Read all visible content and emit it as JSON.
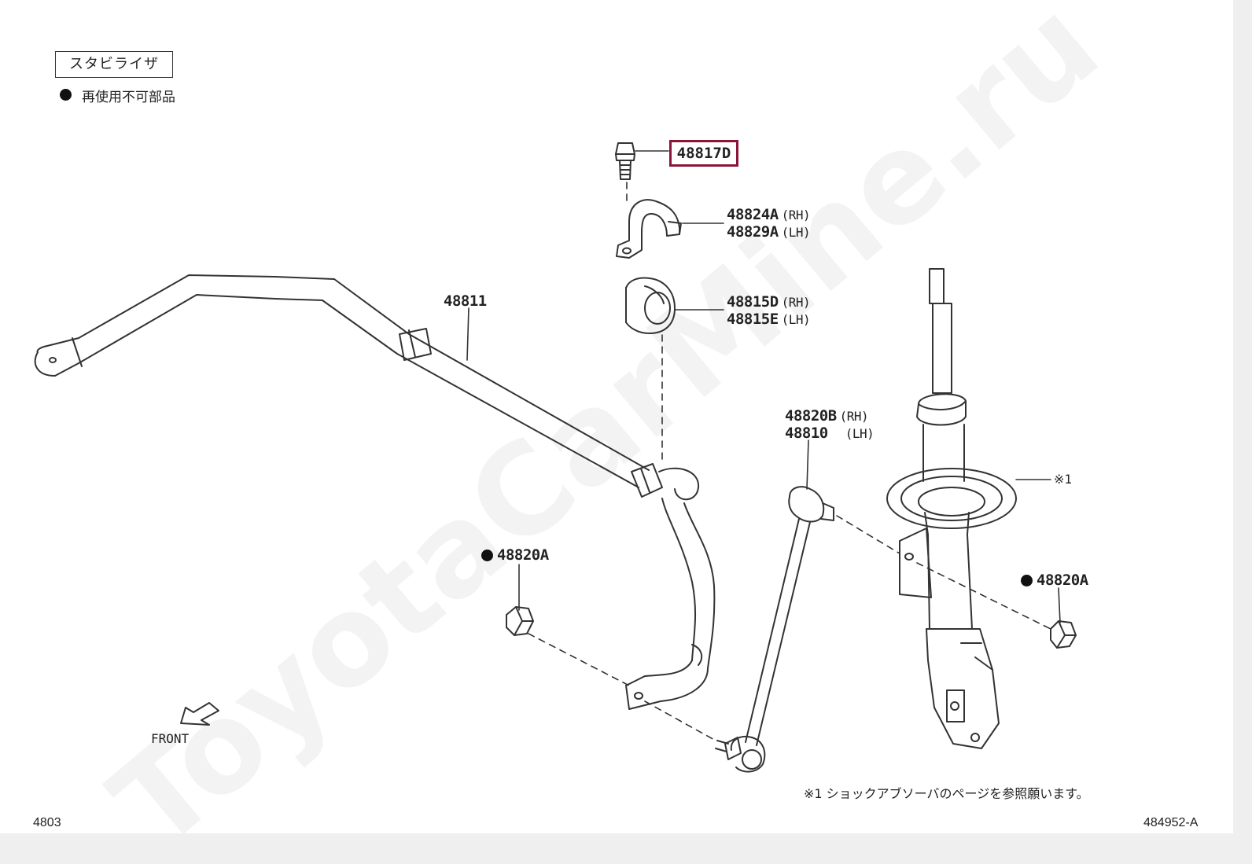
{
  "watermark": "ToyotaCarMine.ru",
  "legend": {
    "title": "スタビライザ",
    "note": "再使用不可部品"
  },
  "parts": {
    "bolt": "48817D",
    "bracket_rh": "48824A",
    "bracket_lh": "48829A",
    "bushing_rh": "48815D",
    "bushing_lh": "48815E",
    "stabilizer_bar": "48811",
    "link_rh": "48820B",
    "link_lh": "48810",
    "nut_left": "48820A",
    "nut_right": "48820A"
  },
  "side_labels": {
    "rh": "(RH)",
    "lh": "(LH)"
  },
  "reference_mark": "※1",
  "front_label": "FRONT",
  "footnote": "※1 ショックアブソーバのページを参照願います。",
  "page_code": "4803",
  "figure_code": "484952-A",
  "colors": {
    "highlight": "#8a1538",
    "line": "#333333"
  }
}
